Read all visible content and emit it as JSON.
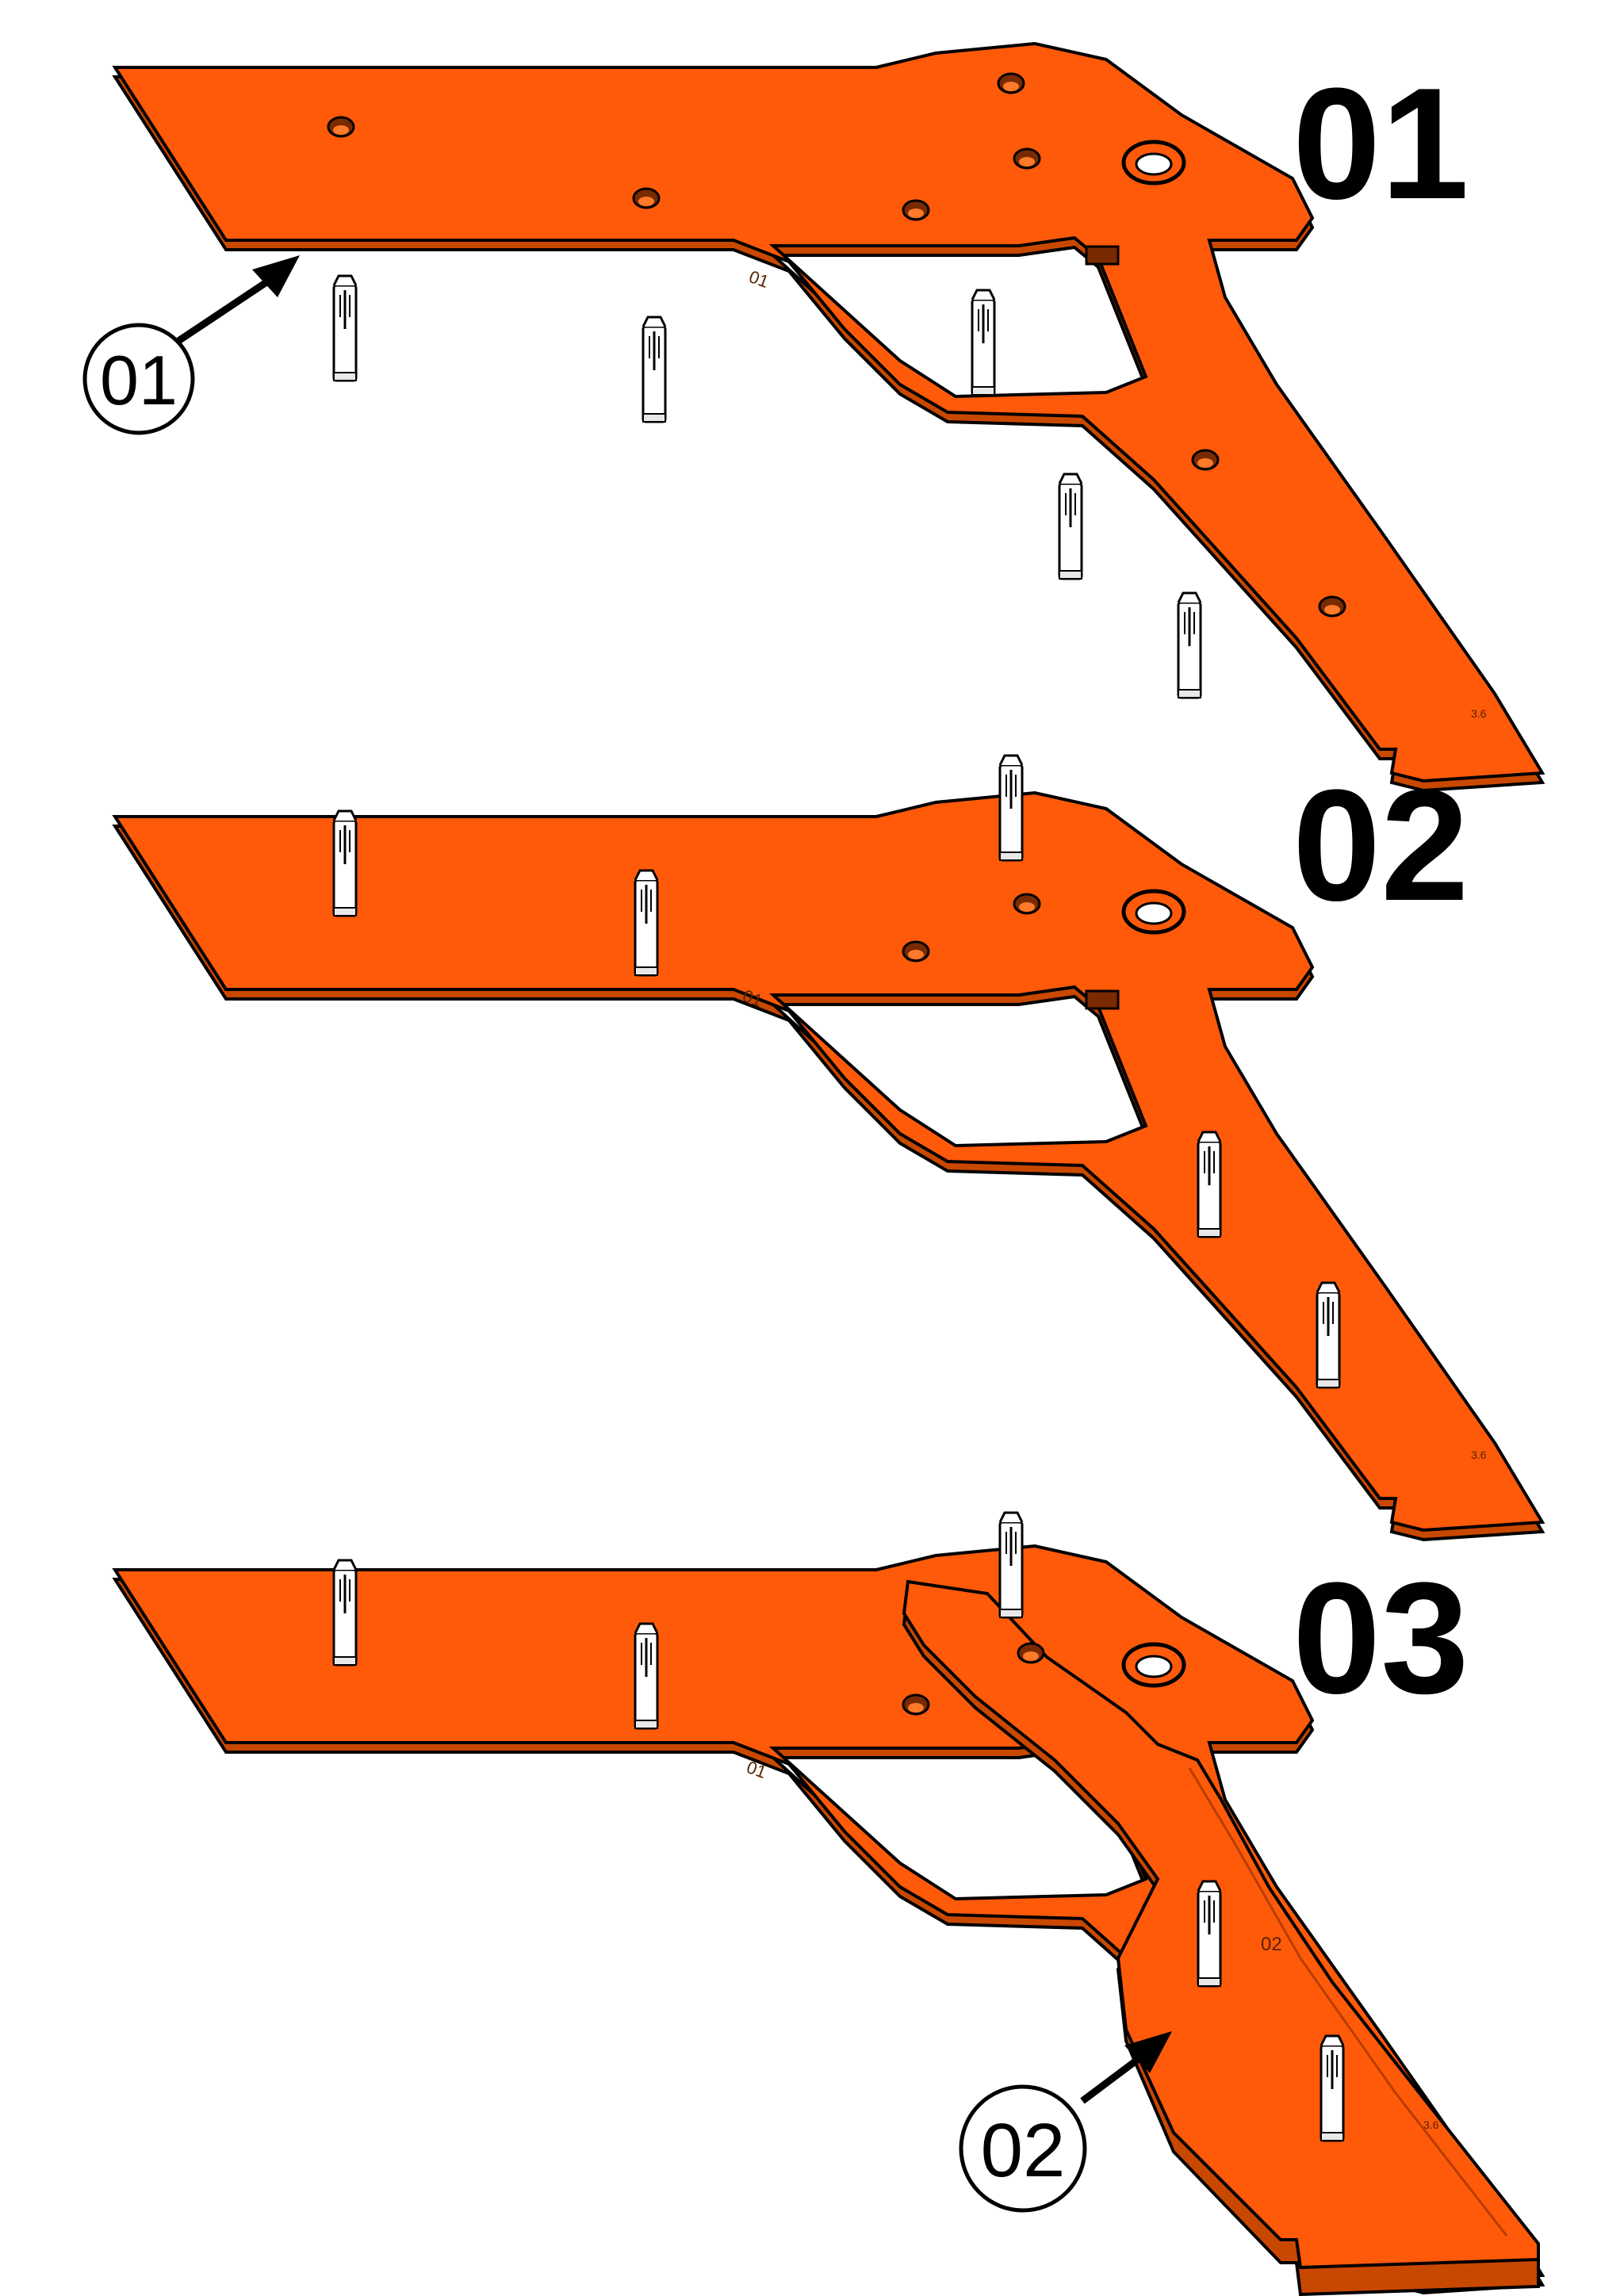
{
  "figure": {
    "colors": {
      "part_fill": "#ff5a0a",
      "part_edge": "#b83d00",
      "part_side": "#c94800",
      "pin_fill": "#ffffff",
      "line": "#000000"
    },
    "steps": [
      {
        "label": "01",
        "engraving": "01"
      },
      {
        "label": "02",
        "engraving": "01"
      },
      {
        "label": "03",
        "engraving": "01"
      }
    ],
    "callouts": [
      {
        "label": "01"
      },
      {
        "label": "02"
      }
    ],
    "second_part_engraving": "02",
    "small_marks": [
      "3.6",
      "3.6",
      "3.6"
    ]
  }
}
